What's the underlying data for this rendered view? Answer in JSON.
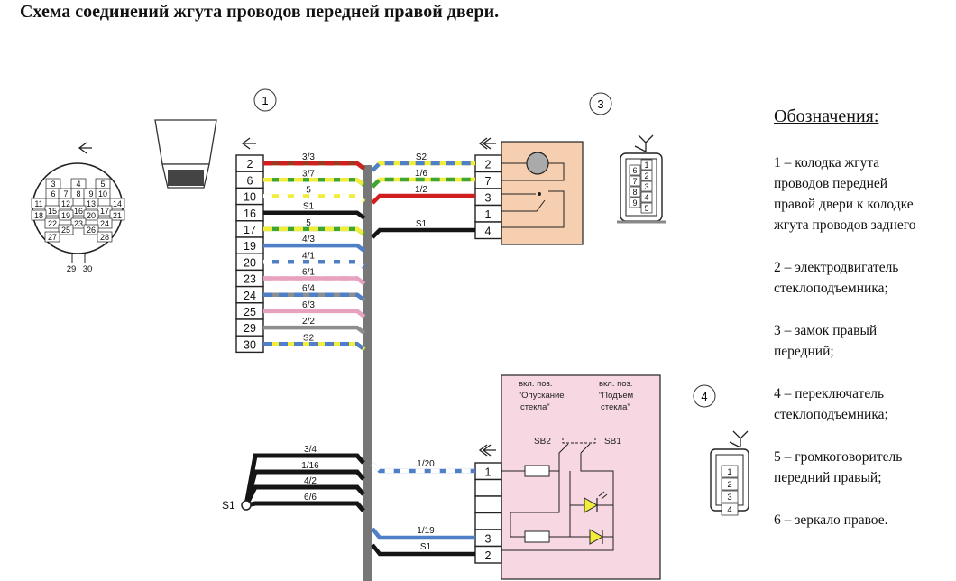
{
  "title": "Схема соединений жгута проводов передней правой двери.",
  "markers": {
    "m1": "1",
    "m3": "3",
    "m4": "4",
    "s1_node": "S1"
  },
  "round_connector": {
    "row1": [
      "3",
      "4",
      "5"
    ],
    "row2": [
      "6",
      "7",
      "8",
      "9",
      "10"
    ],
    "row3": [
      "11",
      "12",
      "13",
      "14"
    ],
    "row4": [
      "15",
      "16",
      "17"
    ],
    "row5": [
      "18",
      "19",
      "20",
      "21"
    ],
    "row6": [
      "22",
      "23",
      "24"
    ],
    "row7": [
      "25",
      "26"
    ],
    "row8": [
      "27",
      "28"
    ],
    "bottom": [
      "29",
      "30"
    ]
  },
  "connector1": {
    "pins": [
      "2",
      "6",
      "10",
      "16",
      "17",
      "19",
      "20",
      "23",
      "24",
      "25",
      "29",
      "30"
    ],
    "wire_labels": [
      "3/3",
      "3/7",
      "5",
      "S1",
      "5",
      "4/3",
      "4/1",
      "6/1",
      "6/4",
      "6/3",
      "2/2",
      "S2"
    ]
  },
  "connector2": {
    "pins": [
      "2",
      "7",
      "3",
      "1",
      "4"
    ],
    "wire_labels": [
      "S2",
      "1/6",
      "1/2",
      "S1"
    ]
  },
  "plug2": {
    "pins": [
      "6",
      "7",
      "8",
      "9",
      "1",
      "2",
      "3",
      "4",
      "5"
    ]
  },
  "switch4": {
    "pins": [
      "1",
      "",
      "",
      "",
      "3",
      "2"
    ],
    "wire_labels": [
      "1/20",
      "1/19",
      "S1"
    ],
    "pos_down": [
      "вкл. поз.",
      "“Опускание",
      "стекла”"
    ],
    "pos_up": [
      "вкл. поз.",
      "“Подъем",
      "стекла”"
    ],
    "sb2": "SB2",
    "sb1": "SB1"
  },
  "plug4": {
    "pins": [
      "1",
      "2",
      "3",
      "4"
    ]
  },
  "s1_wires": [
    "3/4",
    "1/16",
    "4/2",
    "6/6"
  ],
  "legend": {
    "heading": "Обозначения:",
    "items": [
      [
        "1 – колодка жгута",
        "проводов передней",
        "правой двери к колодке",
        "жгута проводов заднего"
      ],
      [
        "2 – электродвигатель",
        "стеклоподъемника;"
      ],
      [
        "3 – замок правый",
        "передний;"
      ],
      [
        "4 – переключатель",
        "стеклоподъемника;"
      ],
      [
        "5 – громкоговоритель",
        "передний правый;"
      ],
      [
        "6 – зеркало правое."
      ]
    ]
  },
  "colors": {
    "brown": "#9b3b1e",
    "green": "#3fa535",
    "yellow": "#f2ec3a",
    "black": "#151515",
    "blue": "#4f7fc6",
    "pink": "#e7a2c0",
    "gray": "#8e8e8e",
    "red": "#d11e1e",
    "motor_box": "#f6ceb0",
    "switch_box": "#f7d7e1"
  }
}
